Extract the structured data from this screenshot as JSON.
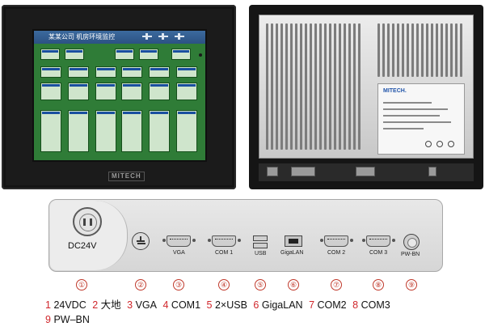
{
  "front_screen": {
    "title": "某某公司 机房环境监控",
    "logo_text": "MITECH"
  },
  "rear": {
    "brand": "MITECH."
  },
  "connector_panel": {
    "dc_label": "DC24V",
    "port_labels": {
      "vga": "VGA",
      "com1": "COM 1",
      "usb": "USB",
      "gigalan": "GigaLAN",
      "com2": "COM 2",
      "com3": "COM 3",
      "pwbn": "PW-BN"
    }
  },
  "callouts": [
    "①",
    "②",
    "③",
    "④",
    "⑤",
    "⑥",
    "⑦",
    "⑧",
    "⑨"
  ],
  "legend": [
    {
      "num": "1",
      "text": "24VDC"
    },
    {
      "num": "2",
      "text": "大地"
    },
    {
      "num": "3",
      "text": "VGA"
    },
    {
      "num": "4",
      "text": "COM1"
    },
    {
      "num": "5",
      "text": "2×USB"
    },
    {
      "num": "6",
      "text": "GigaLAN"
    },
    {
      "num": "7",
      "text": "COM2"
    },
    {
      "num": "8",
      "text": "COM3"
    },
    {
      "num": "9",
      "text": "PW–BN"
    }
  ],
  "colors": {
    "callout_red": "#c0392b",
    "legend_number_red": "#d0262b",
    "screen_green": "#2f7c37",
    "screen_header_blue": "#2b5283",
    "bezel": "#1b1b1b"
  }
}
